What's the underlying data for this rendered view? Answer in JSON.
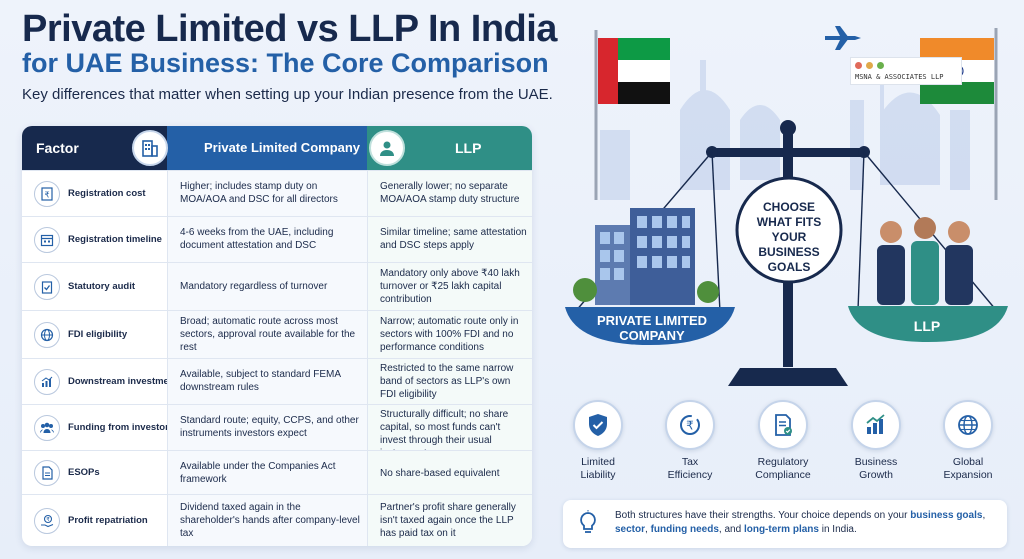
{
  "header": {
    "title_line1": "Private Limited vs LLP In India",
    "title_line2": "for UAE Business: The Core Comparison",
    "subtitle": "Key differences that matter when setting up your Indian presence from the UAE."
  },
  "table": {
    "headers": {
      "factor": "Factor",
      "pvt": "Private Limited Company",
      "llp": "LLP"
    },
    "rows": [
      {
        "icon": "rupee-document-icon",
        "factor": "Registration cost",
        "pvt": "Higher; includes stamp duty on MOA/AOA and DSC for all directors",
        "llp": "Generally lower; no separate MOA/AOA stamp duty structure"
      },
      {
        "icon": "calendar-icon",
        "factor": "Registration timeline",
        "pvt": "4-6 weeks from the UAE, including document attestation and DSC",
        "llp": "Similar timeline; same attestation and DSC steps apply"
      },
      {
        "icon": "clipboard-check-icon",
        "factor": "Statutory audit",
        "pvt": "Mandatory regardless of turnover",
        "llp": "Mandatory only above ₹40 lakh turnover or ₹25 lakh capital contribution"
      },
      {
        "icon": "globe-icon",
        "factor": "FDI eligibility",
        "pvt": "Broad; automatic route across most sectors, approval route available for the rest",
        "llp": "Narrow; automatic route only in sectors with 100% FDI and no performance conditions"
      },
      {
        "icon": "growth-chart-icon",
        "factor": "Downstream investment",
        "pvt": "Available, subject to standard FEMA downstream rules",
        "llp": "Restricted to the same narrow band of sectors as LLP's own FDI eligibility"
      },
      {
        "icon": "investors-icon",
        "factor": "Funding from investors",
        "pvt": "Standard route; equity, CCPS, and other instruments investors expect",
        "llp": "Structurally difficult; no share capital, so most funds can't invest through their usual instruments"
      },
      {
        "icon": "document-icon",
        "factor": "ESOPs",
        "pvt": "Available under the Companies Act framework",
        "llp": "No share-based equivalent"
      },
      {
        "icon": "rupee-hand-icon",
        "factor": "Profit repatriation",
        "pvt": "Dividend taxed again in the shareholder's hands after company-level tax",
        "llp": "Partner's profit share generally isn't taxed again once the LLP has paid tax on it"
      }
    ]
  },
  "scene": {
    "brand": "MSNA & ASSOCIATES LLP",
    "choose_label": "CHOOSE WHAT FITS YOUR BUSINESS GOALS",
    "choose_lines": [
      "CHOOSE",
      "WHAT FITS YOUR",
      "BUSINESS",
      "GOALS"
    ],
    "pan_left_lines": [
      "PRIVATE LIMITED",
      "COMPANY"
    ],
    "pan_right": "LLP",
    "colors": {
      "navy": "#17294d",
      "blue": "#2460a7",
      "teal": "#2f8f86"
    }
  },
  "features": [
    {
      "icon": "shield-check-icon",
      "line1": "Limited",
      "line2": "Liability"
    },
    {
      "icon": "rupee-refresh-icon",
      "line1": "Tax",
      "line2": "Efficiency"
    },
    {
      "icon": "document-check-icon",
      "line1": "Regulatory",
      "line2": "Compliance"
    },
    {
      "icon": "growth-chart-icon",
      "line1": "Business",
      "line2": "Growth"
    },
    {
      "icon": "globe-icon",
      "line1": "Global",
      "line2": "Expansion"
    }
  ],
  "note": {
    "icon": "lightbulb-icon",
    "part1": "Both structures have their strengths. Your choice depends on your ",
    "hl1": "business goals",
    "part2": ", ",
    "hl2": "sector",
    "part3": ", ",
    "hl3": "funding needs",
    "part4": ", and ",
    "hl4": "long-term plans",
    "part5": " in India."
  }
}
